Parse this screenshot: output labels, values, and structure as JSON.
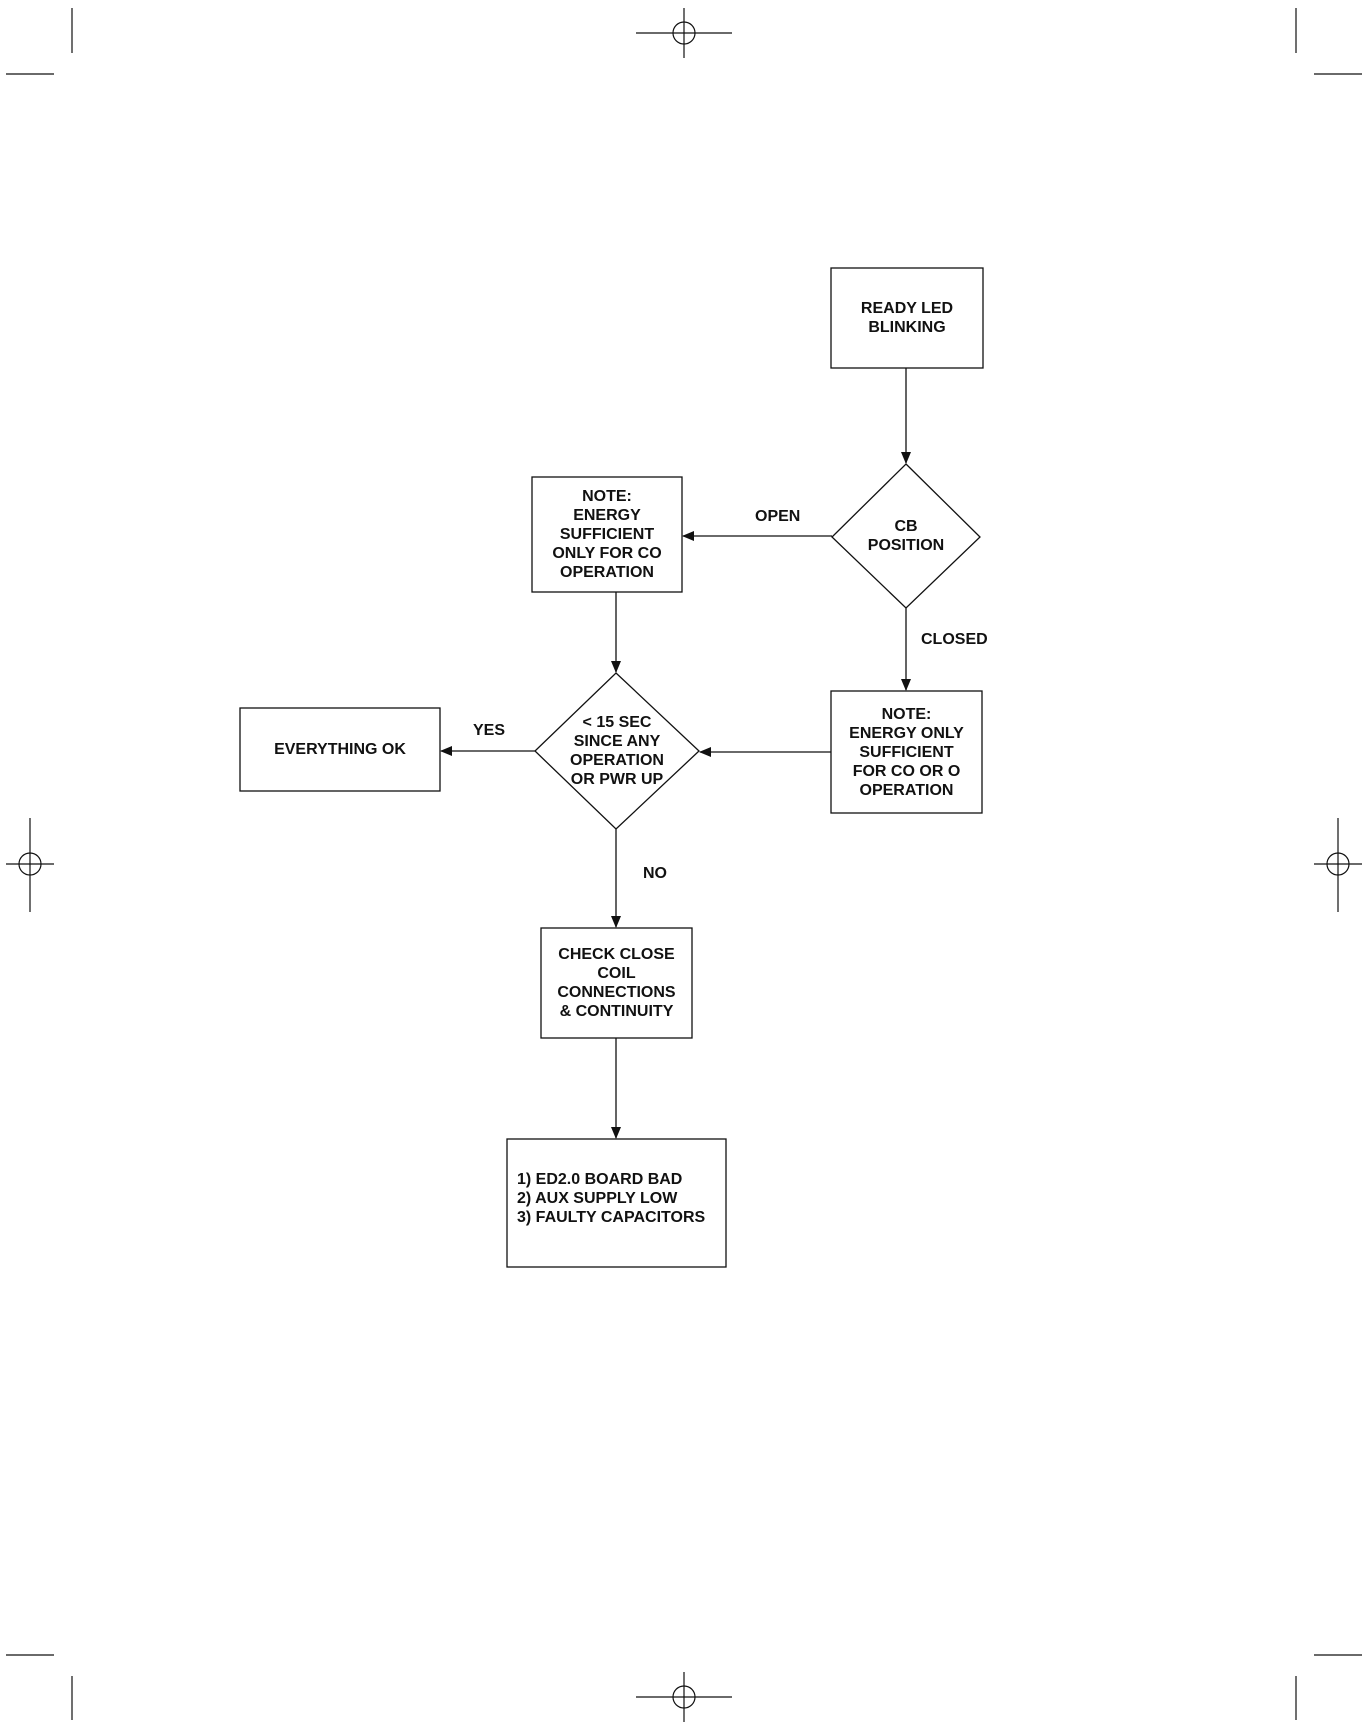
{
  "diagram": {
    "nodes": {
      "ready_led": "READY LED\nBLINKING",
      "cb_position": "CB\nPOSITION",
      "note_open": "NOTE:\nENERGY\nSUFFICIENT\nONLY FOR CO\nOPERATION",
      "note_closed": "NOTE:\nENERGY ONLY\nSUFFICIENT\nFOR CO OR O\nOPERATION",
      "decision_15sec": "< 15 SEC\nSINCE ANY\nOPERATION\nOR PWR UP",
      "everything_ok": "EVERYTHING OK",
      "check_coil": "CHECK CLOSE\nCOIL\nCONNECTIONS\n& CONTINUITY",
      "causes": "1) ED2.0 BOARD BAD\n2) AUX SUPPLY LOW\n3) FAULTY CAPACITORS"
    },
    "edge_labels": {
      "open": "OPEN",
      "closed": "CLOSED",
      "yes": "YES",
      "no": "NO"
    }
  },
  "colors": {
    "ink": "#111111",
    "paper": "#ffffff"
  }
}
